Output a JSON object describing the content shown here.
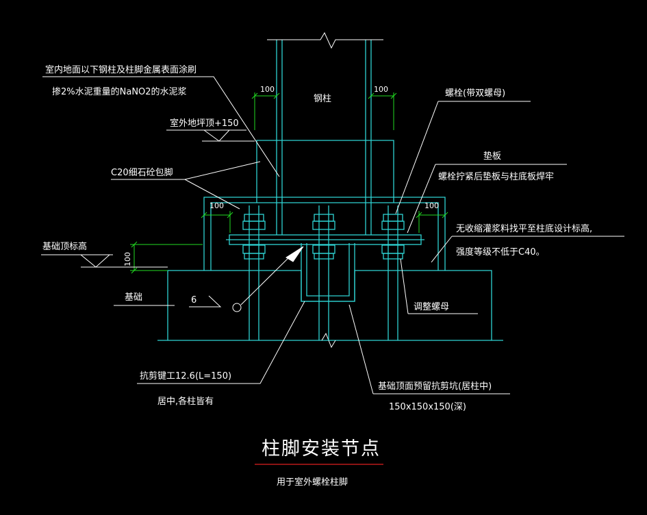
{
  "labels": {
    "coating_line1": "室内地面以下钢柱及柱脚金属表面涂刷",
    "coating_line2": "掺2%水泥重量的NaNO2的水泥浆",
    "outdoor_level": "室外地坪顶+150",
    "c20_encase": "C20细石砼包脚",
    "foundation_top": "基础顶标高",
    "foundation": "基础",
    "weld_size": "6",
    "steel_column": "钢柱",
    "bolt": "螺栓(带双螺母)",
    "washer": "垫板",
    "washer_note": "螺栓拧紧后垫板与柱底板焊牢",
    "grout_line1": "无收缩灌浆料找平至柱底设计标高,",
    "grout_line2": "强度等级不低于C40。",
    "adjust_nut": "调整螺母",
    "shear_key_line1": "抗剪键工12.6(L=150)",
    "shear_key_line2": "居中,各柱皆有",
    "shear_pit_line1": "基础顶面预留抗剪坑(居柱中)",
    "shear_pit_line2": "150x150x150(深)"
  },
  "dimensions": {
    "dim_top_left": "100",
    "dim_top_right": "100",
    "dim_mid_left": "100",
    "dim_mid_right": "100",
    "dim_vertical": "100"
  },
  "title": {
    "main": "柱脚安装节点",
    "sub": "用于室外螺栓柱脚"
  },
  "colors": {
    "background": "#000000",
    "structure": "#2fd4d4",
    "leader": "#ffffff",
    "dimension": "#22dd22",
    "title_underline": "#e02020"
  }
}
